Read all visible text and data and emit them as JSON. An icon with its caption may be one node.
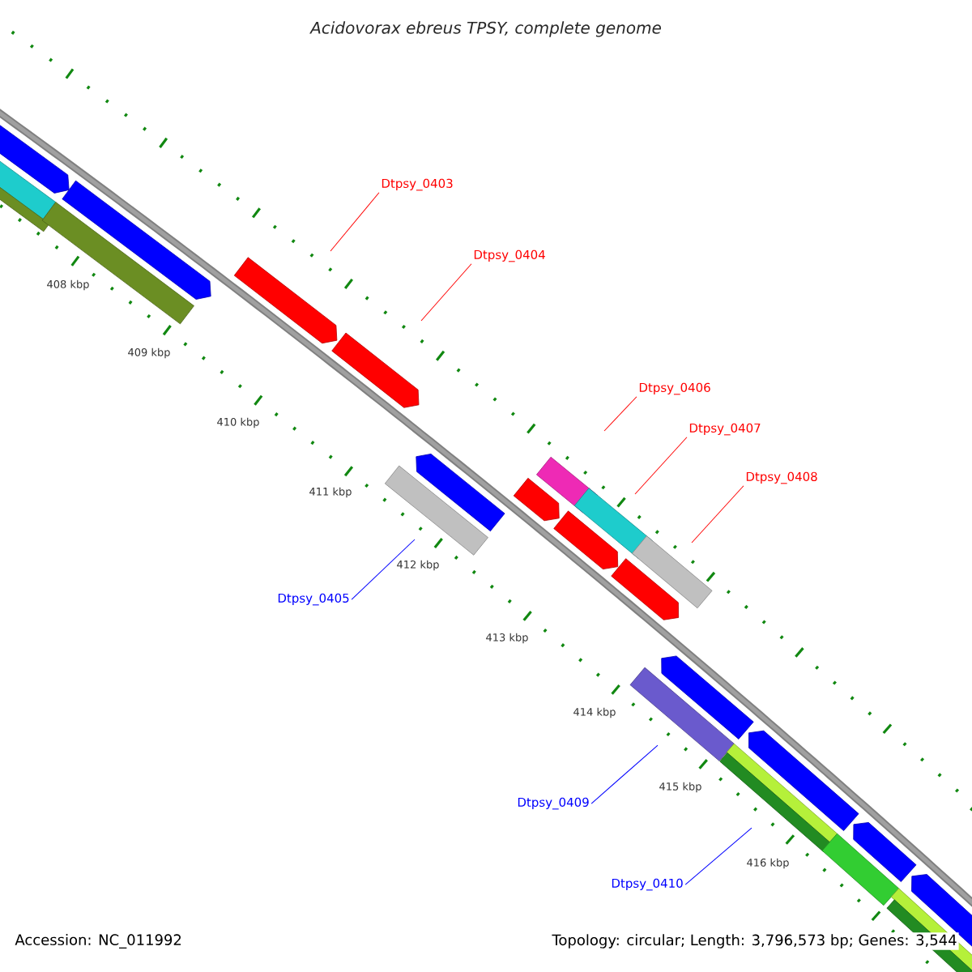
{
  "diagram": {
    "title": "Acidovorax ebreus TPSY, complete genome",
    "nodes": [
      {
        "text": [
          "Dtpsy_0403"
        ]
      },
      {
        "text": [
          "Dtpsy_0404"
        ]
      },
      {
        "text": [
          "Dtpsy_0406"
        ]
      },
      {
        "text": [
          "Dtpsy_0407"
        ]
      },
      {
        "text": [
          "Dtpsy_0408"
        ]
      },
      {
        "text": [
          "Dtpsy_0405"
        ]
      },
      {
        "text": [
          "Dtpsy_0409"
        ]
      },
      {
        "text": [
          "Dtpsy_0410"
        ]
      }
    ],
    "edges": [
      {
        "from": 0,
        "to": null,
        "arrow": "none"
      },
      {
        "from": 1,
        "to": null,
        "arrow": "none"
      },
      {
        "from": 2,
        "to": null,
        "arrow": "none"
      },
      {
        "from": 3,
        "to": null,
        "arrow": "none"
      },
      {
        "from": 4,
        "to": null,
        "arrow": "none"
      },
      {
        "from": 5,
        "to": null,
        "arrow": "none",
        "color": "#0000ff"
      },
      {
        "from": 6,
        "to": null,
        "arrow": "none",
        "color": "#0000ff"
      },
      {
        "from": 7,
        "to": null,
        "arrow": "none",
        "color": "#0000ff"
      }
    ],
    "labels": [
      "408 kbp",
      "409 kbp",
      "410 kbp",
      "411 kbp",
      "412 kbp",
      "413 kbp",
      "414 kbp",
      "415 kbp",
      "416 kbp",
      "Accession: NC_011992",
      "Topology: circular; Length: 3,796,573 bp; Genes: 3,544"
    ]
  }
}
